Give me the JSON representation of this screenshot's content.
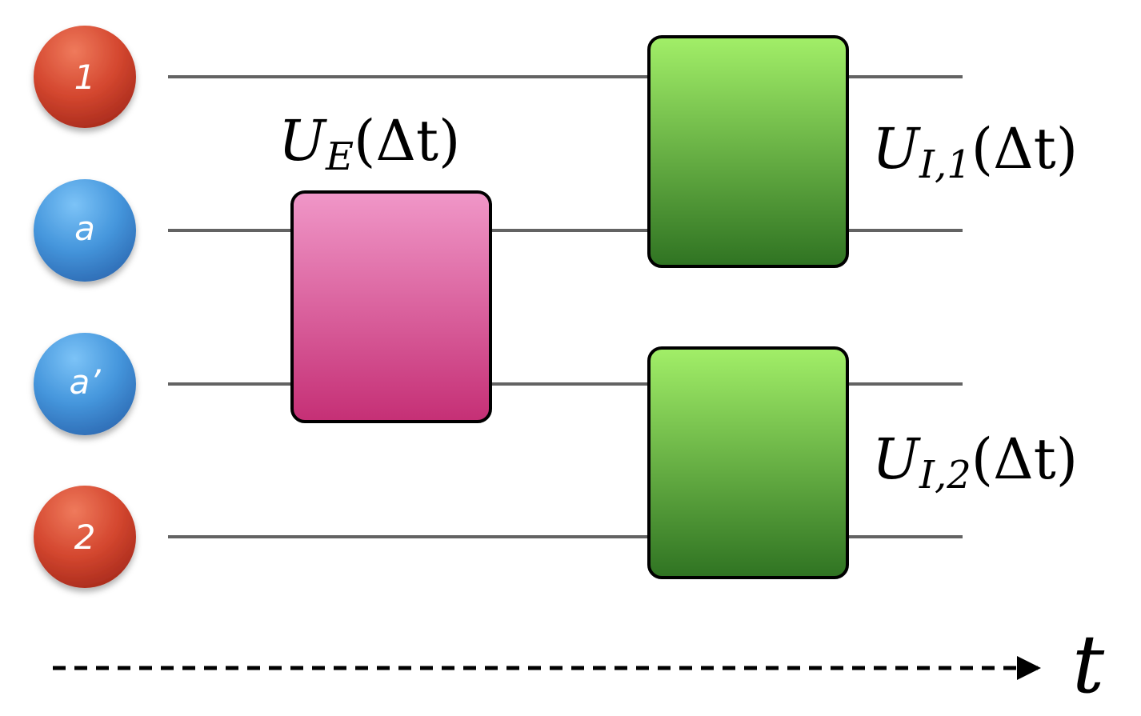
{
  "qubits": [
    {
      "label": "1",
      "kind": "system",
      "color": "#c0392b"
    },
    {
      "label": "a",
      "kind": "ancilla",
      "color": "#2e86de"
    },
    {
      "label": "a’",
      "kind": "ancilla",
      "color": "#2e86de"
    },
    {
      "label": "2",
      "kind": "system",
      "color": "#c0392b"
    }
  ],
  "gates": [
    {
      "id": "U_E",
      "symbol": "U",
      "subscript": "E",
      "argument": "(Δt)",
      "color": "#d94a8f",
      "wires": [
        "a",
        "a’"
      ]
    },
    {
      "id": "U_I1",
      "symbol": "U",
      "subscript": "I,1",
      "argument": "(Δt)",
      "color": "#5cb536",
      "wires": [
        "1",
        "a"
      ]
    },
    {
      "id": "U_I2",
      "symbol": "U",
      "subscript": "I,2",
      "argument": "(Δt)",
      "color": "#5cb536",
      "wires": [
        "a’",
        "2"
      ]
    }
  ],
  "time_axis": {
    "label": "t"
  }
}
